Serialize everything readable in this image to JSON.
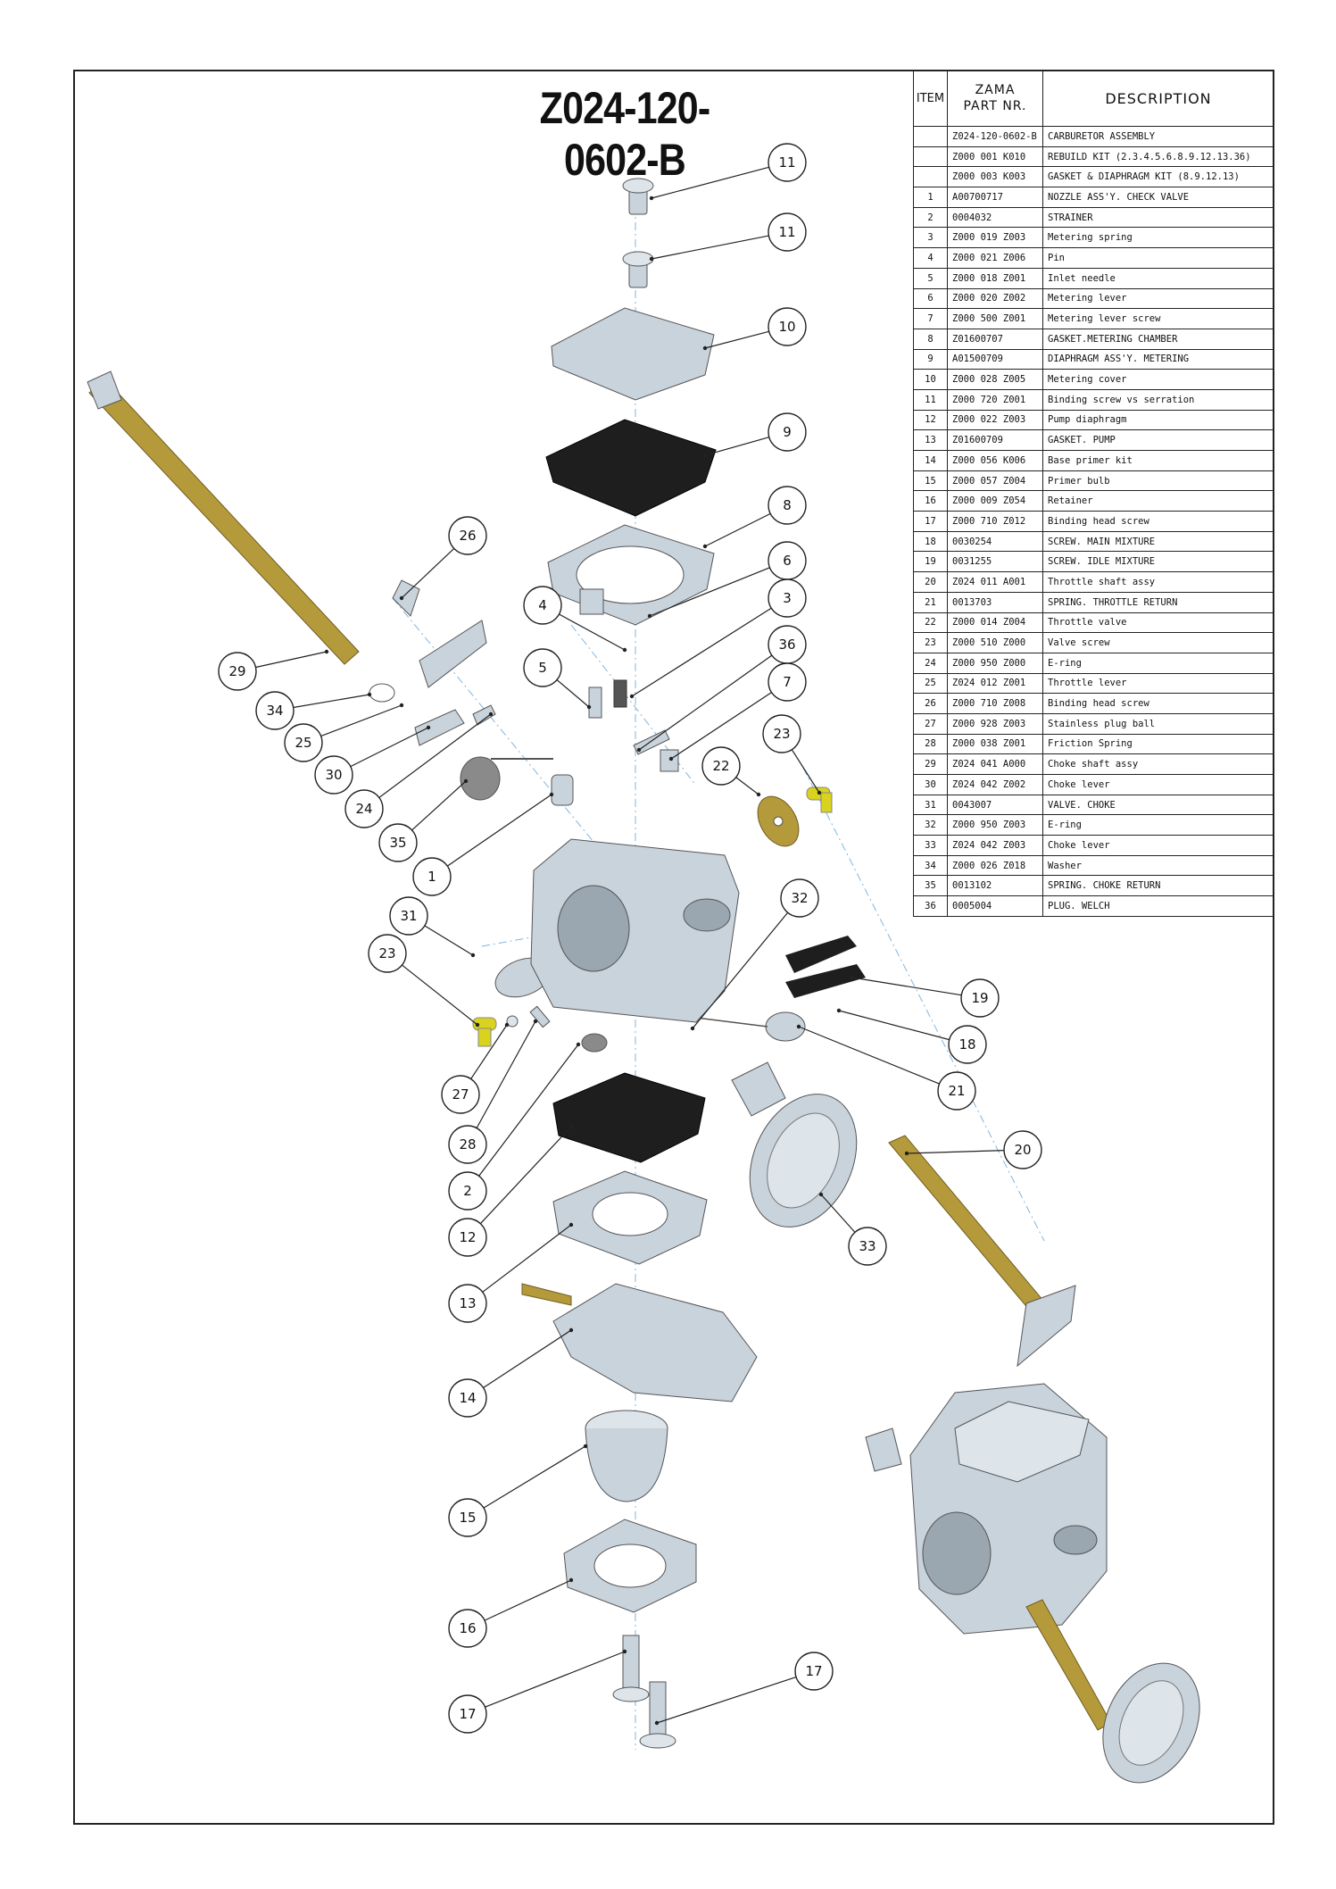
{
  "title": "Z024-120-0602-B",
  "table": {
    "headers": {
      "item": "ITEM",
      "part": "ZAMA\nPART NR.",
      "description": "DESCRIPTION"
    },
    "rows": [
      {
        "item": "",
        "part": "Z024-120-0602-B",
        "description": "CARBURETOR ASSEMBLY"
      },
      {
        "item": "",
        "part": "Z000 001 K010",
        "description": "REBUILD KIT (2.3.4.5.6.8.9.12.13.36)"
      },
      {
        "item": "",
        "part": "Z000 003 K003",
        "description": "GASKET & DIAPHRAGM KIT (8.9.12.13)"
      },
      {
        "item": "1",
        "part": "A00700717",
        "description": "NOZZLE ASS'Y. CHECK VALVE"
      },
      {
        "item": "2",
        "part": "0004032",
        "description": "STRAINER"
      },
      {
        "item": "3",
        "part": "Z000 019 Z003",
        "description": "Metering spring"
      },
      {
        "item": "4",
        "part": "Z000 021 Z006",
        "description": "Pin"
      },
      {
        "item": "5",
        "part": "Z000 018 Z001",
        "description": "Inlet needle"
      },
      {
        "item": "6",
        "part": "Z000 020 Z002",
        "description": "Metering lever"
      },
      {
        "item": "7",
        "part": "Z000 500 Z001",
        "description": "Metering lever screw"
      },
      {
        "item": "8",
        "part": "Z01600707",
        "description": "GASKET.METERING CHAMBER"
      },
      {
        "item": "9",
        "part": "A01500709",
        "description": "DIAPHRAGM ASS'Y. METERING"
      },
      {
        "item": "10",
        "part": "Z000 028 Z005",
        "description": "Metering cover"
      },
      {
        "item": "11",
        "part": "Z000 720 Z001",
        "description": "Binding screw vs serration"
      },
      {
        "item": "12",
        "part": "Z000 022 Z003",
        "description": "Pump diaphragm"
      },
      {
        "item": "13",
        "part": "Z01600709",
        "description": "GASKET. PUMP"
      },
      {
        "item": "14",
        "part": "Z000 056 K006",
        "description": "Base primer kit"
      },
      {
        "item": "15",
        "part": "Z000 057 Z004",
        "description": "Primer bulb"
      },
      {
        "item": "16",
        "part": "Z000 009 Z054",
        "description": "Retainer"
      },
      {
        "item": "17",
        "part": "Z000 710 Z012",
        "description": "Binding head screw"
      },
      {
        "item": "18",
        "part": "0030254",
        "description": "SCREW. MAIN MIXTURE"
      },
      {
        "item": "19",
        "part": "0031255",
        "description": "SCREW. IDLE MIXTURE"
      },
      {
        "item": "20",
        "part": "Z024 011 A001",
        "description": "Throttle shaft assy"
      },
      {
        "item": "21",
        "part": "0013703",
        "description": "SPRING. THROTTLE RETURN"
      },
      {
        "item": "22",
        "part": "Z000 014 Z004",
        "description": "Throttle valve"
      },
      {
        "item": "23",
        "part": "Z000 510 Z000",
        "description": "Valve screw"
      },
      {
        "item": "24",
        "part": "Z000 950 Z000",
        "description": "E-ring"
      },
      {
        "item": "25",
        "part": "Z024 012 Z001",
        "description": "Throttle lever"
      },
      {
        "item": "26",
        "part": "Z000 710 Z008",
        "description": "Binding head screw"
      },
      {
        "item": "27",
        "part": "Z000 928 Z003",
        "description": "Stainless plug ball"
      },
      {
        "item": "28",
        "part": "Z000 038 Z001",
        "description": "Friction Spring"
      },
      {
        "item": "29",
        "part": "Z024 041 A000",
        "description": "Choke shaft assy"
      },
      {
        "item": "30",
        "part": "Z024 042 Z002",
        "description": "Choke lever"
      },
      {
        "item": "31",
        "part": "0043007",
        "description": "VALVE. CHOKE"
      },
      {
        "item": "32",
        "part": "Z000 950 Z003",
        "description": "E-ring"
      },
      {
        "item": "33",
        "part": "Z024 042 Z003",
        "description": "Choke lever"
      },
      {
        "item": "34",
        "part": "Z000 026 Z018",
        "description": "Washer"
      },
      {
        "item": "35",
        "part": "0013102",
        "description": "SPRING. CHOKE RETURN"
      },
      {
        "item": "36",
        "part": "0005004",
        "description": "PLUG. WELCH"
      }
    ]
  },
  "callouts": [
    "11",
    "11",
    "10",
    "9",
    "8",
    "6",
    "3",
    "4",
    "36",
    "5",
    "7",
    "23",
    "22",
    "26",
    "29",
    "34",
    "25",
    "30",
    "24",
    "35",
    "1",
    "31",
    "23",
    "32",
    "19",
    "18",
    "21",
    "27",
    "28",
    "2",
    "20",
    "33",
    "12",
    "13",
    "14",
    "15",
    "16",
    "17",
    "17"
  ],
  "colors": {
    "brass": "#b59a3c",
    "yellow": "#d9d21e",
    "metal": "#c9d3dc",
    "dark": "#1e1e1e",
    "axis": "#7fb6e0"
  }
}
